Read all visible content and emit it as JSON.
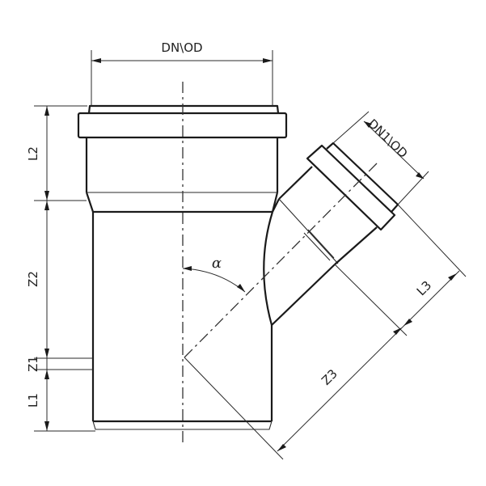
{
  "drawing": {
    "title": "Pipe Y-branch fitting dimension diagram",
    "line_color": "#1a1a1a",
    "background": "#ffffff"
  },
  "labels": {
    "main_diameter": "DN\\OD",
    "branch_diameter": "DN1\\OD",
    "socket_length_main": "L2",
    "offset_z2": "Z2",
    "offset_z1": "Z1",
    "spigot_length": "L1",
    "branch_socket_length": "L3",
    "branch_offset": "Z3",
    "branch_angle": "α"
  }
}
